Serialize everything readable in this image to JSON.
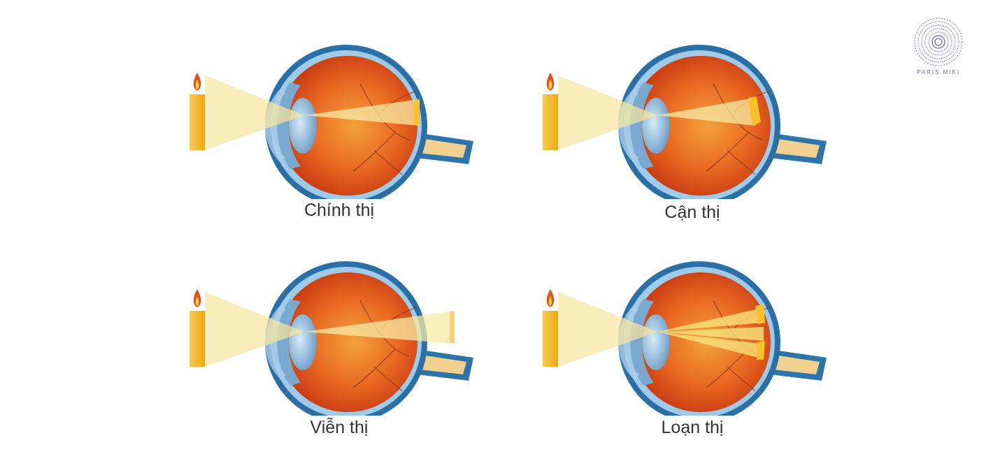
{
  "panels": [
    {
      "id": "emmetropia",
      "caption": "Chính thị"
    },
    {
      "id": "myopia",
      "caption": "Cận thị"
    },
    {
      "id": "hyperopia",
      "caption": "Viễn thị"
    },
    {
      "id": "astigmatism",
      "caption": "Loạn thị"
    }
  ],
  "logo": {
    "text": "PARIS MIKI",
    "icon": "mandala-logo-icon"
  },
  "colors": {
    "sclera": "#1f6aa0",
    "eyeball": "#e8521c",
    "lens": "#9fc8e6",
    "light_beam": "#f7ecae",
    "focus": "#f9c02a",
    "candle": "#f5b324",
    "logo": "#6f6aa8"
  }
}
